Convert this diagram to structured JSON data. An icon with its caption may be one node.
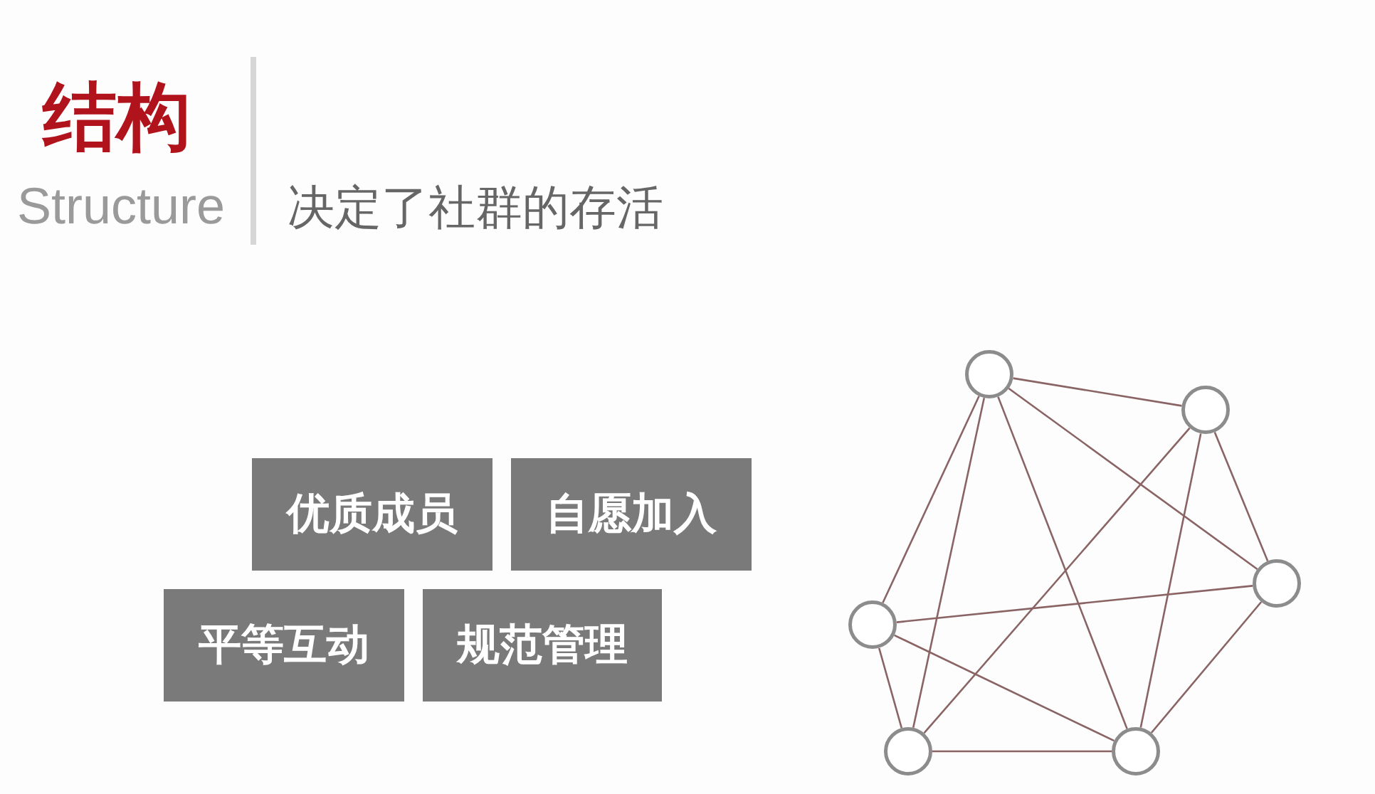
{
  "diagram": {
    "title": "结构",
    "nodes": [
      {
        "text": [
          "优质成员"
        ]
      },
      {
        "text": [
          "自愿加入"
        ]
      },
      {
        "text": [
          "平等互动"
        ]
      },
      {
        "text": [
          "规范管理"
        ]
      },
      {
        "text": [],
        "shape": "circle"
      },
      {
        "text": [],
        "shape": "circle"
      },
      {
        "text": [],
        "shape": "circle"
      },
      {
        "text": [],
        "shape": "circle"
      },
      {
        "text": [],
        "shape": "circle"
      },
      {
        "text": [],
        "shape": "circle"
      }
    ],
    "edges": [
      {
        "from": 4,
        "to": 5,
        "arrow": "none"
      },
      {
        "from": 4,
        "to": 6,
        "arrow": "none"
      },
      {
        "from": 4,
        "to": 7,
        "arrow": "none"
      },
      {
        "from": 4,
        "to": 8,
        "arrow": "none"
      },
      {
        "from": 4,
        "to": 9,
        "arrow": "none"
      },
      {
        "from": 5,
        "to": 6,
        "arrow": "none"
      },
      {
        "from": 5,
        "to": 8,
        "arrow": "none"
      },
      {
        "from": 5,
        "to": 9,
        "arrow": "none"
      },
      {
        "from": 6,
        "to": 7,
        "arrow": "none"
      },
      {
        "from": 6,
        "to": 9,
        "arrow": "none"
      },
      {
        "from": 7,
        "to": 8,
        "arrow": "none"
      },
      {
        "from": 7,
        "to": 9,
        "arrow": "none"
      },
      {
        "from": 8,
        "to": 9,
        "arrow": "none"
      }
    ],
    "labels": [
      "Structure",
      "决定了社群的存活"
    ]
  }
}
